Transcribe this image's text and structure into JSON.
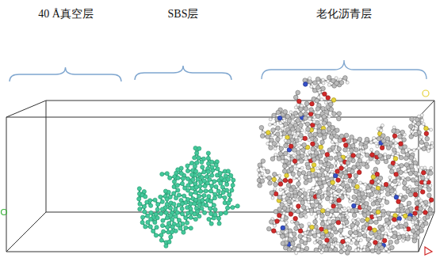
{
  "diagram": {
    "labels": [
      "40 Å真空层",
      "SBS层",
      "老化沥青层"
    ]
  }
}
